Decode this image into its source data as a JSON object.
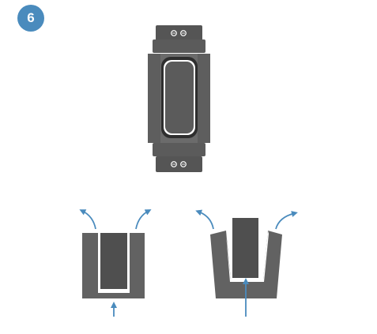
{
  "step": {
    "number": "6"
  },
  "colors": {
    "badge": "#4a8bbd",
    "device_dark": "#4d4d4d",
    "device_mid": "#646464",
    "device_light": "#6e6e6e",
    "screen_dark": "#575757",
    "arrow": "#4a8bbd",
    "highlight": "#ffffff"
  },
  "icons": {
    "device": "device-top-view",
    "band_left": "band-cross-section-before",
    "band_right": "band-cross-section-flexed",
    "arrows": "curved-arrow-outward"
  }
}
